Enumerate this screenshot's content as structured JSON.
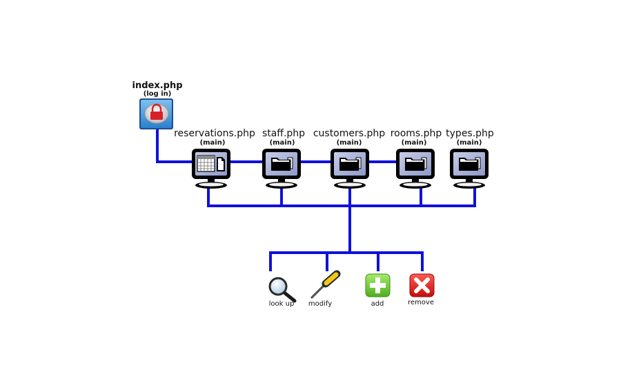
{
  "login": {
    "name": "index.php",
    "sublabel": "(log in)",
    "icon": "lock-icon"
  },
  "pages": [
    {
      "name": "reservations.php",
      "sublabel": "(main)",
      "icon": "calendar-document-icon"
    },
    {
      "name": "staff.php",
      "sublabel": "(main)",
      "icon": "folder-icon"
    },
    {
      "name": "customers.php",
      "sublabel": "(main)",
      "icon": "folder-icon"
    },
    {
      "name": "rooms.php",
      "sublabel": "(main)",
      "icon": "folder-icon"
    },
    {
      "name": "types.php",
      "sublabel": "(main)",
      "icon": "folder-icon"
    }
  ],
  "actions": [
    {
      "label": "look up",
      "icon": "magnifier-icon"
    },
    {
      "label": "modify",
      "icon": "screwdriver-icon"
    },
    {
      "label": "add",
      "icon": "plus-icon"
    },
    {
      "label": "remove",
      "icon": "x-icon"
    }
  ],
  "colors": {
    "connector": "#1010dd",
    "add": "#7ad33a",
    "remove": "#e0201c",
    "lock": "#d8202a"
  }
}
